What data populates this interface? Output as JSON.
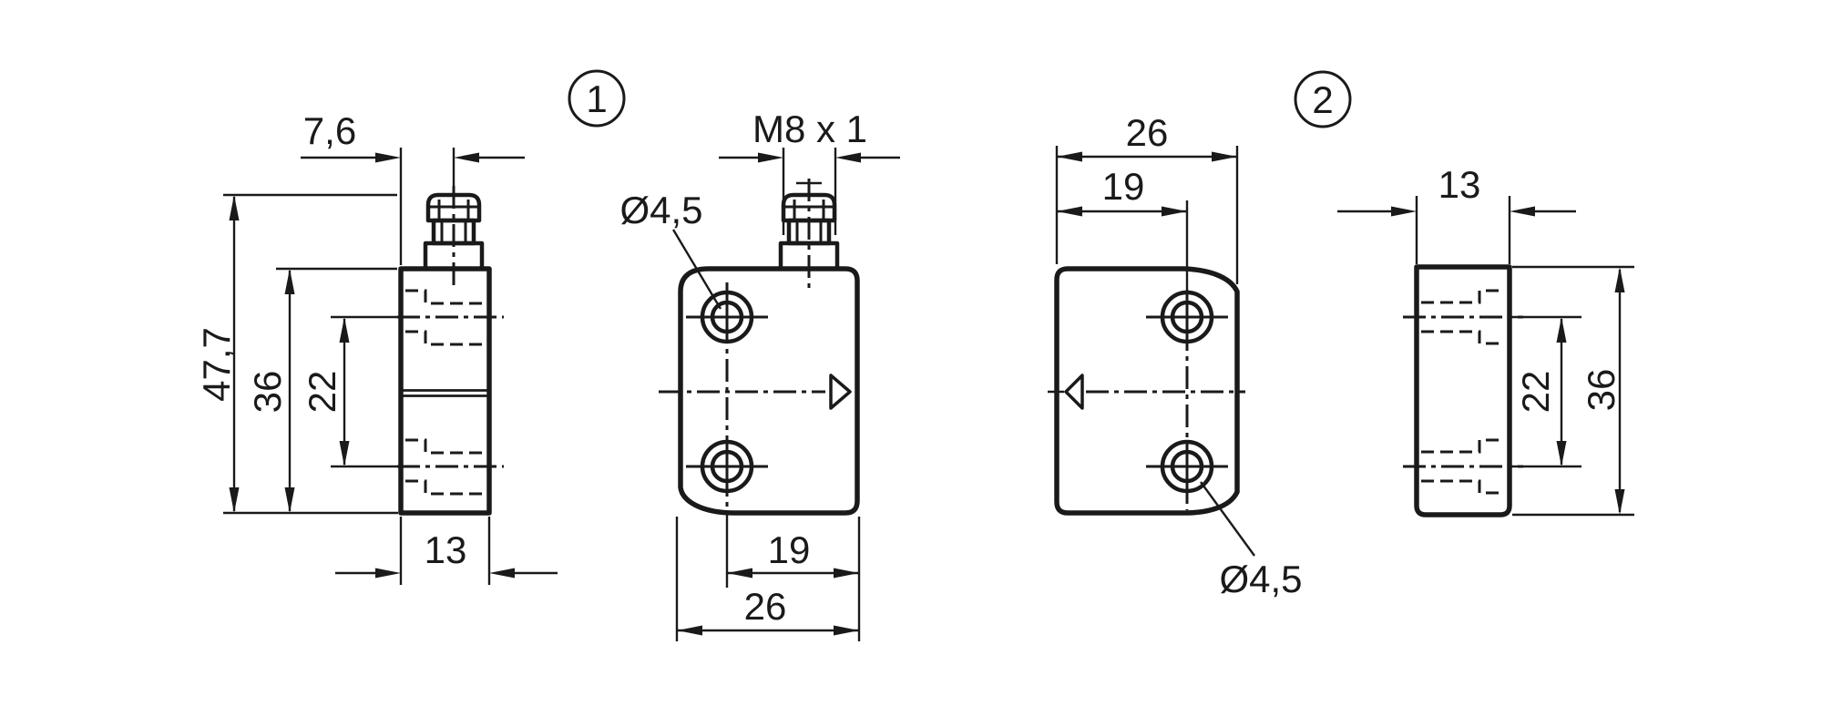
{
  "drawing_title": "sensor-and-actuator-dimension-drawing",
  "colors": {
    "ink": "#1a1a1a",
    "background": "#ffffff"
  },
  "labels": {
    "callout_1": "1",
    "callout_2": "2",
    "sensor_side": {
      "connector_offset": "7,6",
      "total_height": "47,7",
      "body_height": "36",
      "hole_spacing": "22",
      "depth": "13"
    },
    "sensor_front": {
      "thread": "M8 x 1",
      "hole_diameter": "Ø4,5",
      "hole_to_edge": "19",
      "width": "26"
    },
    "actuator_front": {
      "width": "26",
      "hole_to_edge": "19",
      "hole_diameter": "Ø4,5"
    },
    "actuator_side": {
      "depth": "13",
      "hole_spacing": "22",
      "body_height": "36"
    }
  }
}
